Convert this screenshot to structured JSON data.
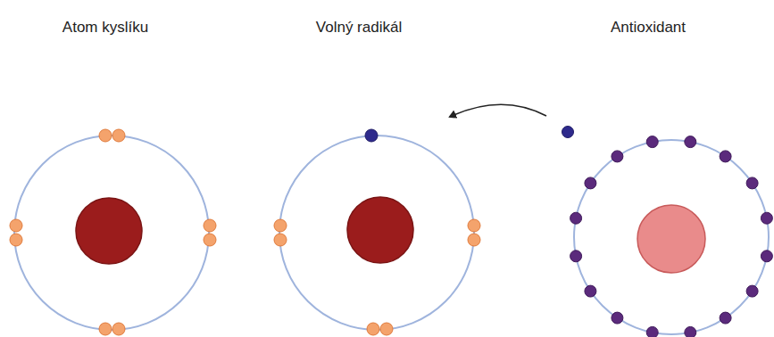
{
  "diagram": {
    "labels": [
      "Atom kyslíku",
      "Volný radikál",
      "Antioxidant"
    ]
  }
}
